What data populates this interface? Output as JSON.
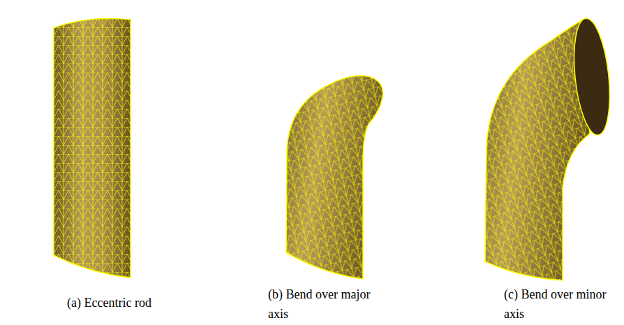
{
  "diagram": {
    "labels": [
      "(a) Eccentric rod",
      "(b) Bend over major axis",
      "(c) Bend over minor axis"
    ]
  }
}
